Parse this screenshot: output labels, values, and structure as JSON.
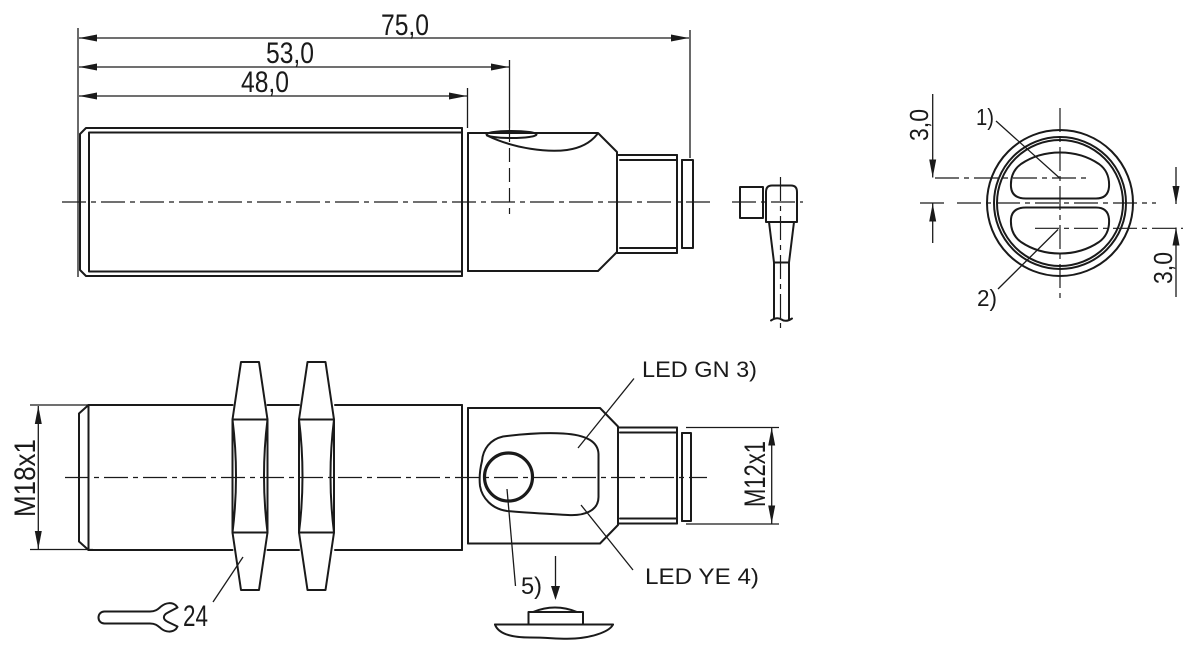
{
  "drawing": {
    "background": "#ffffff",
    "line_color": "#1a1a1a",
    "dimensions": {
      "overall_length": "75,0",
      "housing_length": "53,0",
      "thread_length": "48,0",
      "barrel_thread": "M18x1",
      "connector_thread": "M12x1",
      "wrench_size": "24",
      "optical_axis_offset_top": "3,0",
      "optical_axis_offset_bottom": "3,0"
    },
    "callouts": {
      "ref1": "1)",
      "ref2": "2)",
      "ref5": "5)",
      "led_green": "LED GN 3)",
      "led_yellow": "LED YE 4)"
    }
  }
}
